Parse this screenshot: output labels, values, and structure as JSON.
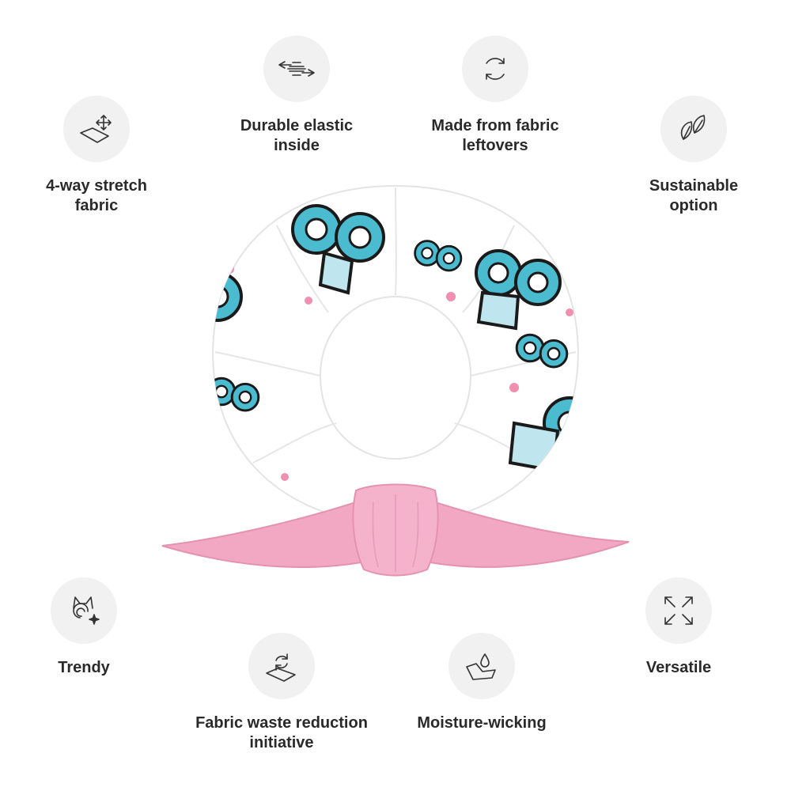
{
  "features": [
    {
      "id": "durable-elastic",
      "icon": "arrows-compress-icon",
      "lines": [
        "Durable elastic",
        "inside"
      ]
    },
    {
      "id": "fabric-leftovers",
      "icon": "recycle-arrows-icon",
      "lines": [
        "Made from fabric",
        "leftovers"
      ]
    },
    {
      "id": "stretch",
      "icon": "four-way-stretch-icon",
      "lines": [
        "4-way stretch",
        "fabric"
      ]
    },
    {
      "id": "sustainable",
      "icon": "leaves-icon",
      "lines": [
        "Sustainable",
        "option"
      ]
    },
    {
      "id": "trendy",
      "icon": "cat-sparkle-icon",
      "lines": [
        "Trendy"
      ]
    },
    {
      "id": "fabric-waste",
      "icon": "recycle-fabric-icon",
      "lines": [
        "Fabric waste reduction",
        "initiative"
      ]
    },
    {
      "id": "moisture",
      "icon": "water-drop-fabric-icon",
      "lines": [
        "Moisture-wicking"
      ]
    },
    {
      "id": "versatile",
      "icon": "expand-arrows-icon",
      "lines": [
        "Versatile"
      ]
    }
  ],
  "colors": {
    "icon_bg": "#f1f1f1",
    "text": "#2a2a2a",
    "bow_pink": "#f0a6c0",
    "pattern_teal": "#4bbcd0",
    "fabric_white": "#ffffff"
  }
}
